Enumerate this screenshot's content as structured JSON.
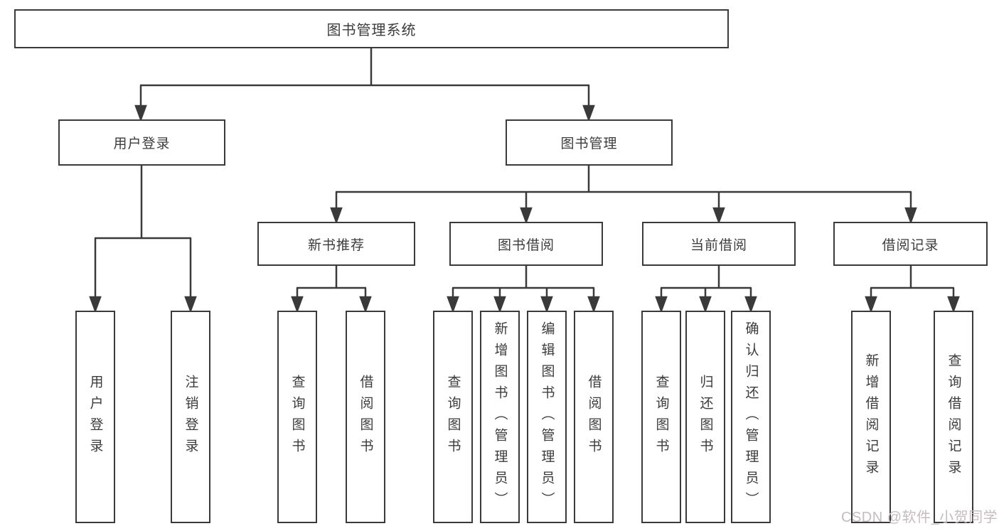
{
  "title": "图书管理系统",
  "level2": {
    "user_login": "用户登录",
    "book_mgmt": "图书管理"
  },
  "level3": {
    "new_books": "新书推荐",
    "borrowing": "图书借阅",
    "current": "当前借阅",
    "records": "借阅记录"
  },
  "leaves": {
    "user_login": [
      "用户登录",
      "注销登录"
    ],
    "new_books": [
      "查询图书",
      "借阅图书"
    ],
    "borrowing": [
      "查询图书",
      "新增图书（管理员）",
      "编辑图书（管理员）",
      "借阅图书"
    ],
    "current": [
      "查询图书",
      "归还图书",
      "确认归还（管理员）"
    ],
    "records": [
      "新增借阅记录",
      "查询借阅记录"
    ]
  },
  "watermark": "CSDN @软件_小贺同学",
  "colors": {
    "line": "#3a3a3a",
    "box_border": "#3a3a3a",
    "text": "#3c3c3c",
    "watermark": "#c6bbbe",
    "background": "#ffffff"
  }
}
